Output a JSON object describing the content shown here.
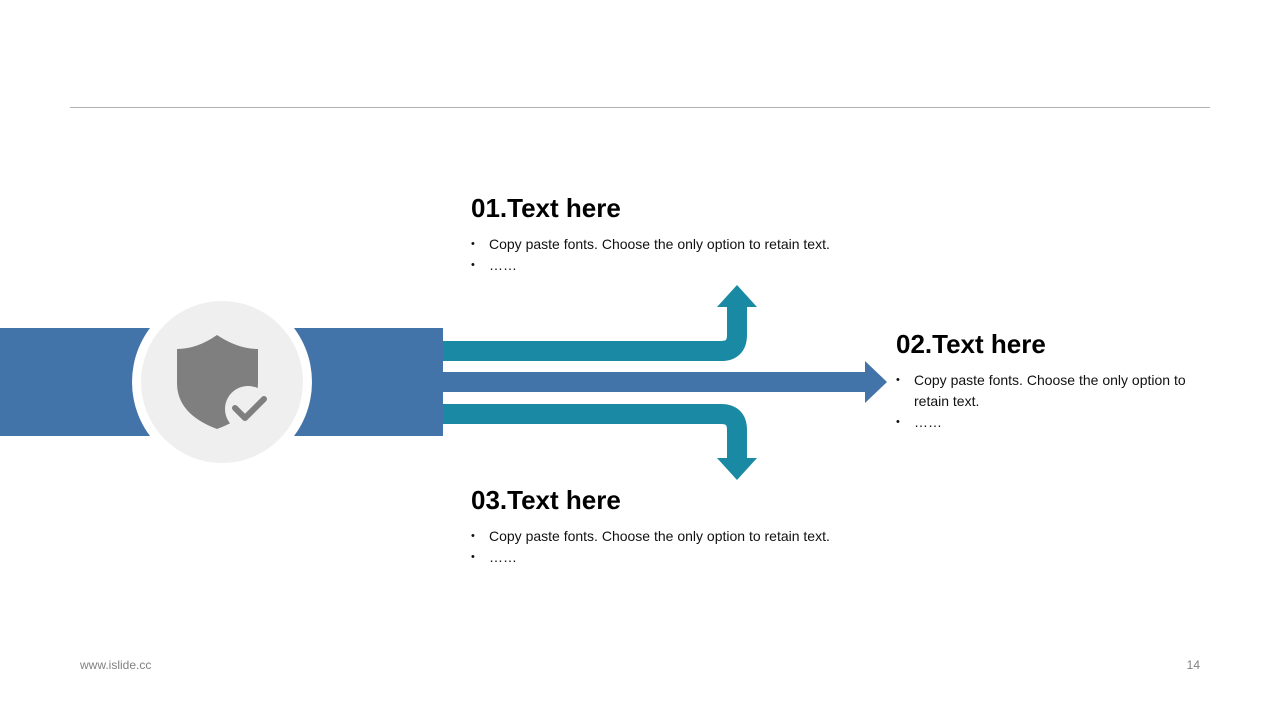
{
  "colors": {
    "primary_blue": "#4273A9",
    "teal": "#1A89A3",
    "circle_fill": "#EFEFEF",
    "icon_gray": "#7F7F7F"
  },
  "icons": {
    "central": "shield-check-icon"
  },
  "items": [
    {
      "title": "01.Text here",
      "bullets": [
        "Copy paste fonts. Choose the only option to retain text.",
        "……"
      ]
    },
    {
      "title": "02.Text here",
      "bullets": [
        "Copy paste fonts. Choose the only option to retain text.",
        "……"
      ]
    },
    {
      "title": "03.Text here",
      "bullets": [
        "Copy paste fonts. Choose the only option to retain text.",
        "……"
      ]
    }
  ],
  "footer": {
    "url": "www.islide.cc",
    "page_number": "14"
  }
}
